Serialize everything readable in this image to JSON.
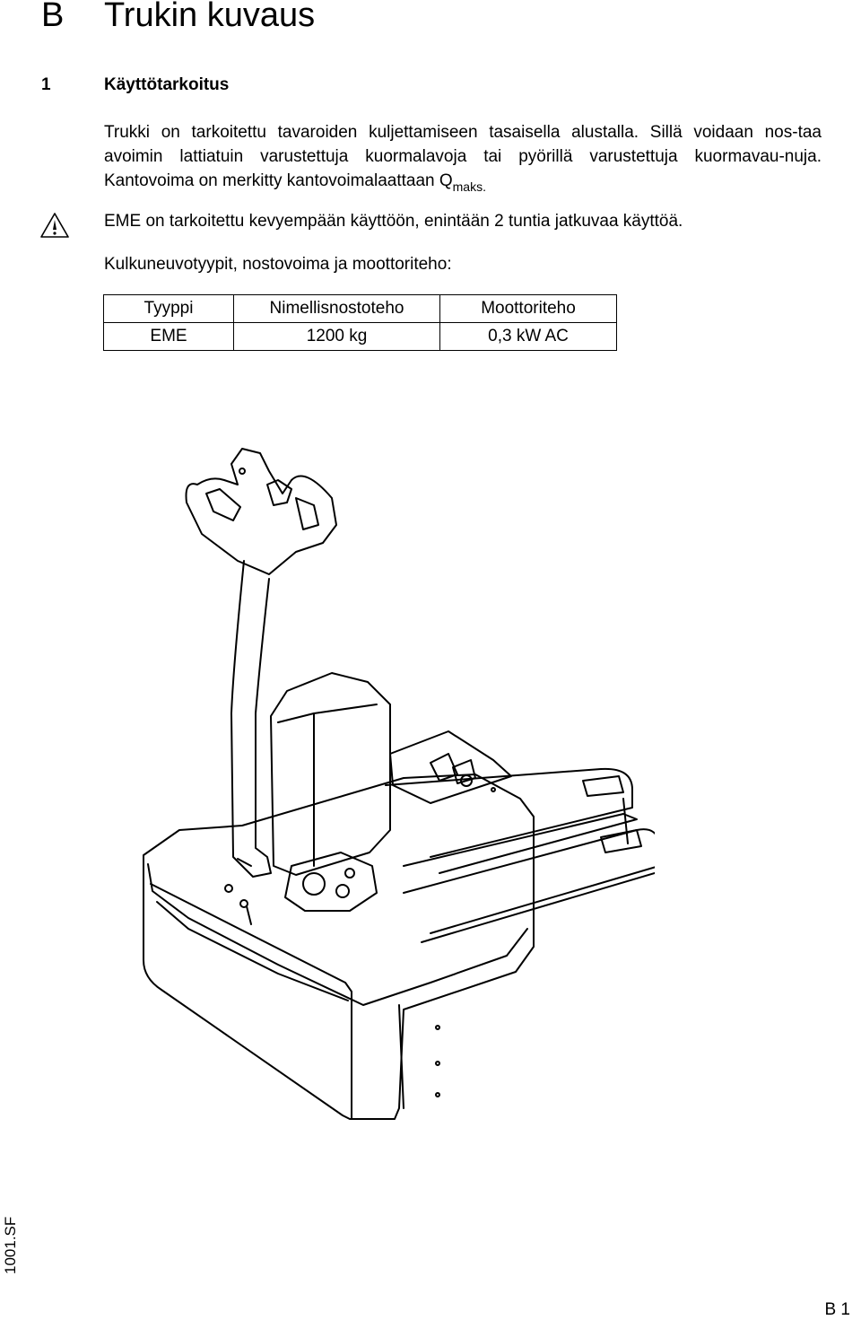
{
  "heading": {
    "letter": "B",
    "title": "Trukin kuvaus"
  },
  "section": {
    "number": "1",
    "title": "Käyttötarkoitus"
  },
  "paragraphs": {
    "intro": "Trukki on tarkoitettu tavaroiden kuljettamiseen tasaisella alustalla. Sillä voidaan nos-taa avoimin lattiatuin varustettuja kuormalavoja tai pyörillä varustettuja kuormavau-nuja. Kantovoima on merkitty kantovoimalaattaan Q",
    "intro_subscript": "maks.",
    "warning": "EME on tarkoitettu kevyempään käyttöön, enintään 2 tuntia jatkuvaa käyttöä.",
    "table_intro": "Kulkuneuvotyypit, nostovoima ja moottoriteho:"
  },
  "table": {
    "headers": [
      "Tyyppi",
      "Nimellisnostoteho",
      "Moottoriteho"
    ],
    "rows": [
      [
        "EME",
        "1200 kg",
        "0,3 kW AC"
      ]
    ]
  },
  "icons": {
    "warning": "warning-triangle-icon"
  },
  "figure_ref": "1001.SF",
  "page_number": "B 1"
}
